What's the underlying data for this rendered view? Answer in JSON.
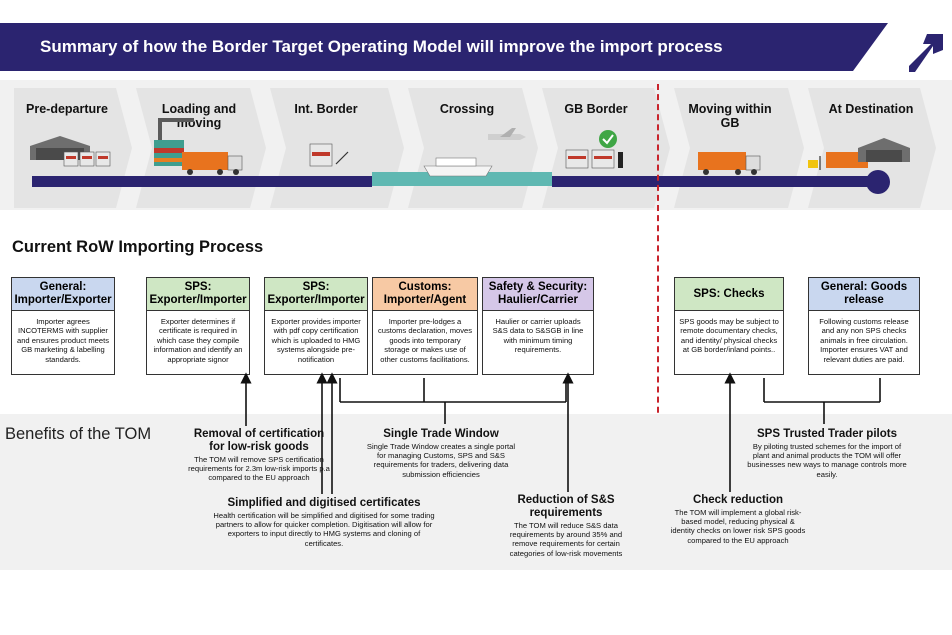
{
  "header": {
    "title": "Summary of how the Border Target Operating Model will improve the import process"
  },
  "colors": {
    "navy": "#2b2470",
    "sea": "#5fb8b2",
    "divider_red": "#c8232b",
    "general": "#c9d7ef",
    "sps": "#cfe7c4",
    "customs": "#f7c9a4",
    "safety": "#d5c7e8"
  },
  "journey": {
    "stages": [
      {
        "label": "Pre-departure"
      },
      {
        "label": "Loading and moving"
      },
      {
        "label": "Int. Border"
      },
      {
        "label": "Crossing"
      },
      {
        "label": "GB Border"
      },
      {
        "label": "Moving within GB"
      },
      {
        "label": "At Destination"
      }
    ]
  },
  "current_process": {
    "title": "Current RoW Importing Process",
    "boxes": [
      {
        "title": "General: Importer/Exporter",
        "color": "general",
        "text": "Importer agrees INCOTERMS with supplier and ensures product meets GB marketing & labelling standards."
      },
      {
        "title": "SPS: Exporter/Importer",
        "color": "sps",
        "text": "Exporter determines if certificate is required in which case they compile information and identify an appropriate signor"
      },
      {
        "title": "SPS: Exporter/Importer",
        "color": "sps",
        "text": "Exporter provides importer with pdf copy certification which is uploaded to HMG systems alongside pre-notification"
      },
      {
        "title": "Customs: Importer/Agent",
        "color": "customs",
        "text": "Importer pre-lodges a customs declaration, moves goods into temporary storage or makes use of other customs facilitations."
      },
      {
        "title": "Safety & Security: Haulier/Carrier",
        "color": "safety",
        "text": "Haulier or carrier uploads S&S data to S&SGB in line with minimum timing requirements."
      },
      {
        "title": "SPS: Checks",
        "color": "sps",
        "text": "SPS goods may be subject to remote documentary checks, and identity/ physical checks at GB border/inland points.."
      },
      {
        "title": "General: Goods release",
        "color": "general",
        "text": "Following customs release and any non SPS checks animals in free circulation. Importer ensures VAT and relevant duties are paid."
      }
    ]
  },
  "benefits": {
    "title": "Benefits of the TOM",
    "items": [
      {
        "title": "Removal of certification for low-risk goods",
        "text": "The TOM will remove SPS certification requirements for 2.3m low-risk imports p.a compared to the EU approach"
      },
      {
        "title": "Single Trade Window",
        "text": "Single Trade Window creates a single portal for managing Customs, SPS and S&S requirements for traders, delivering data submission efficiencies"
      },
      {
        "title": "Simplified and digitised certificates",
        "text": "Health certification will be simplified and digitised for some trading partners to allow for quicker completion. Digitisation will allow for exporters to input directly to HMG systems and cloning of certificates."
      },
      {
        "title": "Reduction of S&S requirements",
        "text": "The TOM will reduce S&S data requirements by around 35% and remove requirements for certain categories of low-risk movements"
      },
      {
        "title": "SPS Trusted Trader pilots",
        "text": "By piloting trusted schemes for the import of plant and animal products the TOM will offer businesses new ways to manage controls more easily."
      },
      {
        "title": "Check reduction",
        "text": "The TOM will implement a global risk-based model, reducing physical & identity checks on lower risk SPS goods compared to the EU approach"
      }
    ]
  }
}
